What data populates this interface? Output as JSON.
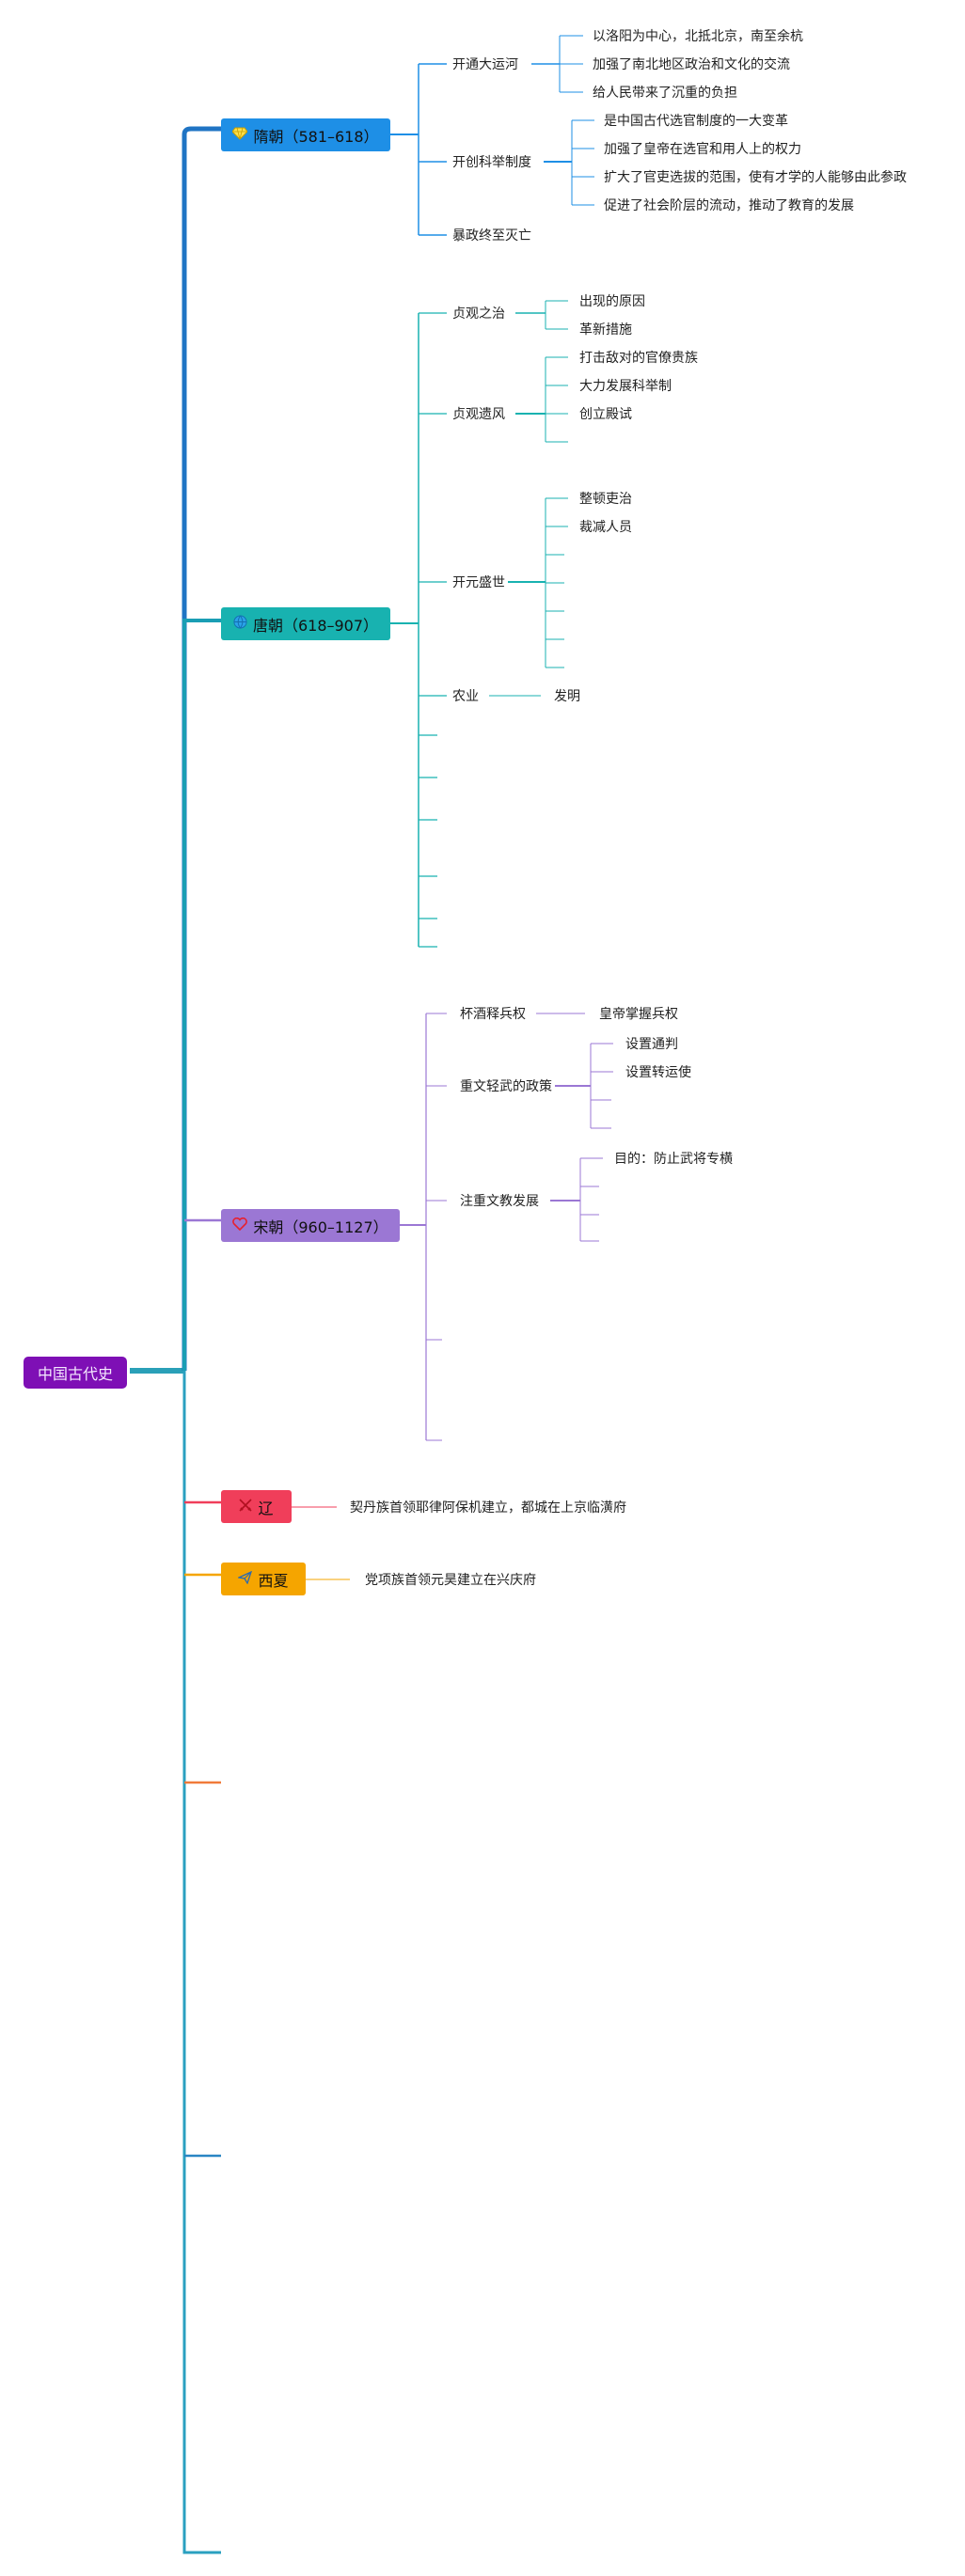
{
  "root": {
    "label": "中国古代史"
  },
  "sui": {
    "label": "隋朝（581–618）",
    "icon": "diamond-icon",
    "color": "#1e8fe6",
    "canal": {
      "label": "开通大运河",
      "items": [
        "以洛阳为中心，北抵北京，南至余杭",
        "加强了南北地区政治和文化的交流",
        "给人民带来了沉重的负担"
      ]
    },
    "exam": {
      "label": "开创科举制度",
      "items": [
        "是中国古代选官制度的一大变革",
        "加强了皇帝在选官和用人上的权力",
        "扩大了官吏选拔的范围，使有才学的人能够由此参政",
        "促进了社会阶层的流动，推动了教育的发展"
      ]
    },
    "fall": "暴政终至灭亡"
  },
  "tang": {
    "label": "唐朝（618–907）",
    "icon": "globe-icon",
    "color": "#18b2b0",
    "zhenguan": {
      "label": "贞观之治",
      "items": [
        "出现的原因",
        "革新措施"
      ]
    },
    "yifeng": {
      "label": "贞观遗风",
      "items": [
        "打击敌对的官僚贵族",
        "大力发展科举制",
        "创立殿试"
      ]
    },
    "kaiyuan": {
      "label": "开元盛世",
      "items": [
        "整顿吏治",
        "裁减人员"
      ]
    },
    "agri": {
      "label": "农业",
      "child": "发明"
    }
  },
  "song": {
    "label": "宋朝（960–1127）",
    "icon": "heart-icon",
    "color": "#9b77d4",
    "beijiu": {
      "label": "杯酒释兵权",
      "child": "皇帝掌握兵权"
    },
    "zhongwen": {
      "label": "重文轻武的政策",
      "items": [
        "设置通判",
        "设置转运使"
      ]
    },
    "wenjiao": {
      "label": "注重文教发展",
      "items": [
        "目的：防止武将专横"
      ]
    }
  },
  "liao": {
    "label": "辽",
    "icon": "swords-icon",
    "color": "#f03e5a",
    "child": "契丹族首领耶律阿保机建立，都城在上京临潢府"
  },
  "xixia": {
    "label": "西夏",
    "icon": "paper-plane-icon",
    "color": "#f5a500",
    "child": "党项族首领元昊建立在兴庆府"
  }
}
